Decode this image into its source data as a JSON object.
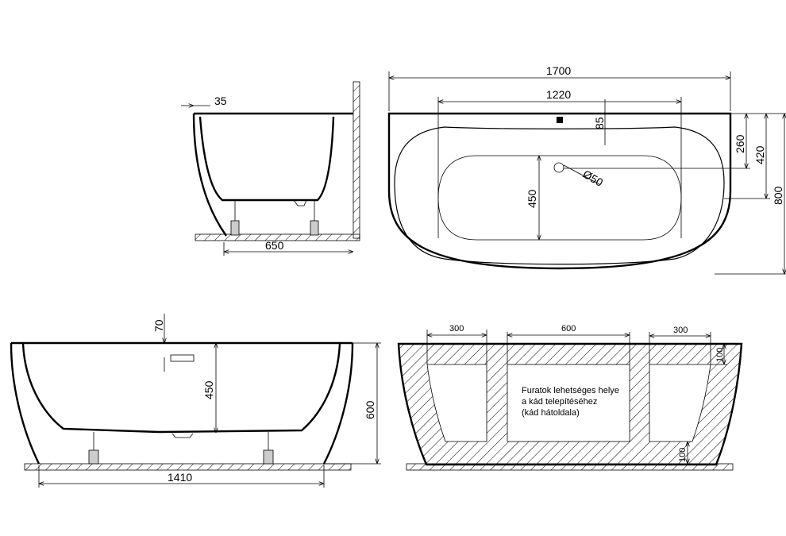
{
  "side_view_short": {
    "dim_rim": "35",
    "dim_depth": "650"
  },
  "top_view": {
    "dim_length": "1700",
    "dim_inner_length": "1220",
    "dim_overflow_offset": "85",
    "dim_drain_offset": "260",
    "dim_half_width": "420",
    "dim_width": "800",
    "dim_inner_width": "450",
    "dim_drain_diameter": "Ø50"
  },
  "side_view_long": {
    "dim_overflow": "70",
    "dim_inner_depth": "450",
    "dim_height": "600",
    "dim_base_length": "1410"
  },
  "back_view": {
    "dim_left_opening": "300",
    "dim_center_opening": "600",
    "dim_right_opening": "300",
    "dim_top_margin": "100",
    "dim_bottom_margin": "100",
    "note_line1": "Furatok lehetséges helye",
    "note_line2": "a kád telepítéséhez",
    "note_line3": "(kád hátoldala)"
  }
}
